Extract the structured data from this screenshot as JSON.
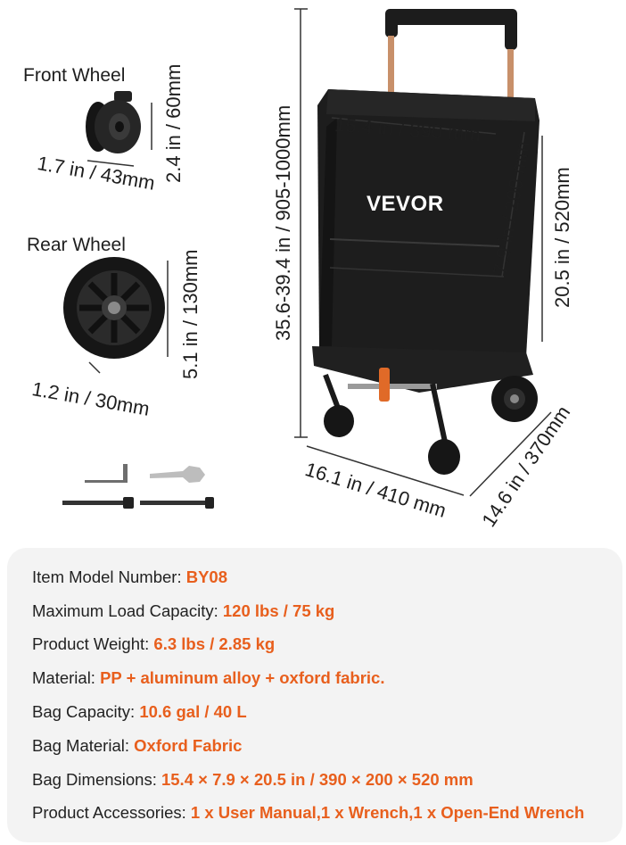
{
  "labels": {
    "front_wheel": "Front Wheel",
    "rear_wheel": "Rear Wheel",
    "brand": "VEVOR"
  },
  "dimensions": {
    "front_height": "2.4 in / 60mm",
    "front_width": "1.7 in / 43mm",
    "rear_height": "5.1 in / 130mm",
    "rear_width": "1.2 in / 30mm",
    "total_height": "35.6-39.4 in / 905-1000mm",
    "bag_width": "15.4 in / 390 mm",
    "bag_depth": "7.9 in / 200 mm",
    "bag_height": "20.5 in / 520mm",
    "base_width": "16.1 in / 410 mm",
    "base_depth": "14.6 in / 370mm"
  },
  "specs": [
    {
      "label": "Item Model Number: ",
      "value": "BY08"
    },
    {
      "label": "Maximum Load Capacity: ",
      "value": "120 lbs / 75 kg"
    },
    {
      "label": "Product Weight: ",
      "value": "6.3 lbs / 2.85 kg"
    },
    {
      "label": "Material: ",
      "value": "PP + aluminum alloy + oxford fabric."
    },
    {
      "label": "Bag Capacity: ",
      "value": "10.6 gal / 40 L"
    },
    {
      "label": "Bag Material: ",
      "value": "Oxford Fabric"
    },
    {
      "label": "Bag Dimensions: ",
      "value": "15.4 × 7.9 × 20.5 in / 390 × 200 × 520 mm"
    },
    {
      "label": "Product Accessories: ",
      "value": "1 x User Manual,1 x Wrench,1 x Open-End Wrench"
    }
  ],
  "colors": {
    "accent": "#e85f1d",
    "panel": "#f3f3f3",
    "handle": "#c8906a"
  }
}
